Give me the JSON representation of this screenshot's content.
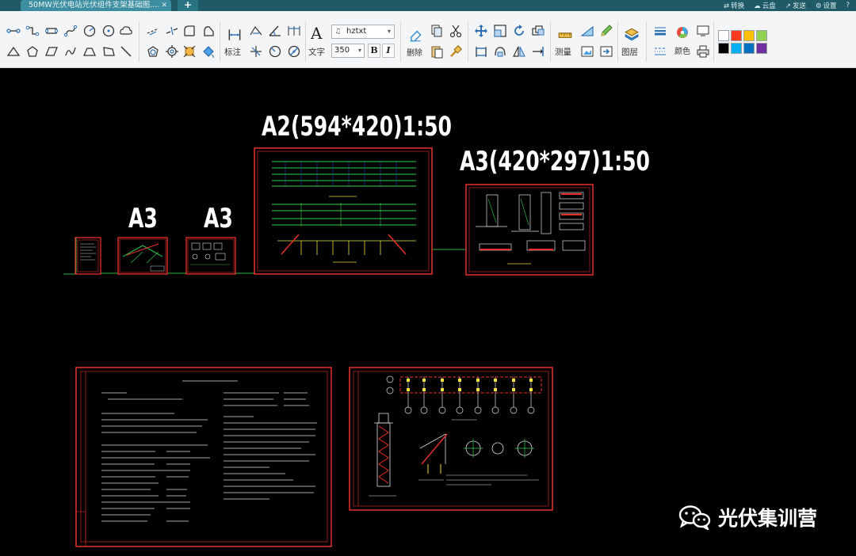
{
  "window": {
    "tab_title": "50MW光伏电站光伏组件支架基础图....",
    "tab_close": "✕",
    "new_tab": "+",
    "right_actions": [
      {
        "icon": "convert-icon",
        "glyph": "⇄",
        "label": "转换"
      },
      {
        "icon": "cloud-icon",
        "glyph": "☁",
        "label": "云盘"
      },
      {
        "icon": "send-icon",
        "glyph": "↗",
        "label": "发送"
      },
      {
        "icon": "gear-icon",
        "glyph": "⚙",
        "label": "设置"
      },
      {
        "icon": "help-icon",
        "glyph": "?",
        "label": ""
      }
    ]
  },
  "toolbar": {
    "annotate_label": "标注",
    "text_label": "文字",
    "text_glyph": "A",
    "font_name": "hztxt",
    "font_size": "350",
    "bold_label": "B",
    "italic_label": "I",
    "delete_label": "删除",
    "measure_label": "测量",
    "layer_label": "图层",
    "color_label": "颜色",
    "palette": [
      "#ffffff",
      "#ff3b1f",
      "#ffc000",
      "#92d050",
      "#000000",
      "#00b0f0",
      "#0070c0",
      "#7030a0"
    ]
  },
  "canvas": {
    "sheet_labels": {
      "a3_first": "A3",
      "a3_second": "A3",
      "a2_title": "A2(594*420)1:50",
      "a3_right_title": "A3(420*297)1:50"
    },
    "watermark_text": "光伏集训营"
  }
}
